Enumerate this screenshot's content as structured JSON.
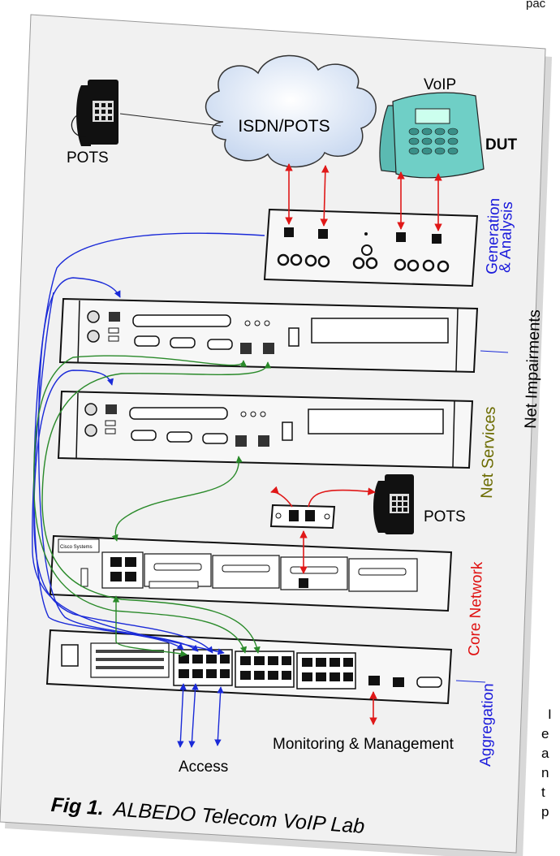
{
  "page_edge": {
    "top_fragment": "pac",
    "bottom_fragments": [
      "I",
      "e",
      "a",
      "n",
      "t",
      "p"
    ]
  },
  "diagram": {
    "caption_prefix": "Fig 1.",
    "caption_text": "ALBEDO Telecom VoIP Lab",
    "cloud_label": "ISDN/POTS",
    "pots_left_label": "POTS",
    "voip_label": "VoIP",
    "dut_label": "DUT",
    "pots_right_label": "POTS",
    "vendor_label": "Cisco Systems",
    "access_label": "Access",
    "monitoring_label": "Monitoring & Management",
    "layers": {
      "generation": {
        "line1": "Generation",
        "line2": "& Analysis",
        "color": "#1a1adb"
      },
      "impairments": {
        "text": "Net Impairments",
        "color": "#000000"
      },
      "services": {
        "text": "Net Services",
        "color": "#6b6b00"
      },
      "core": {
        "text": "Core Network",
        "color": "#e01010"
      },
      "aggregation": {
        "text": "Aggregation",
        "color": "#1a1adb"
      }
    },
    "link_colors": {
      "blue": "#1a2ad8",
      "red": "#e01818",
      "green": "#2a8a2a"
    },
    "phone_color": "#6fcfc6"
  }
}
